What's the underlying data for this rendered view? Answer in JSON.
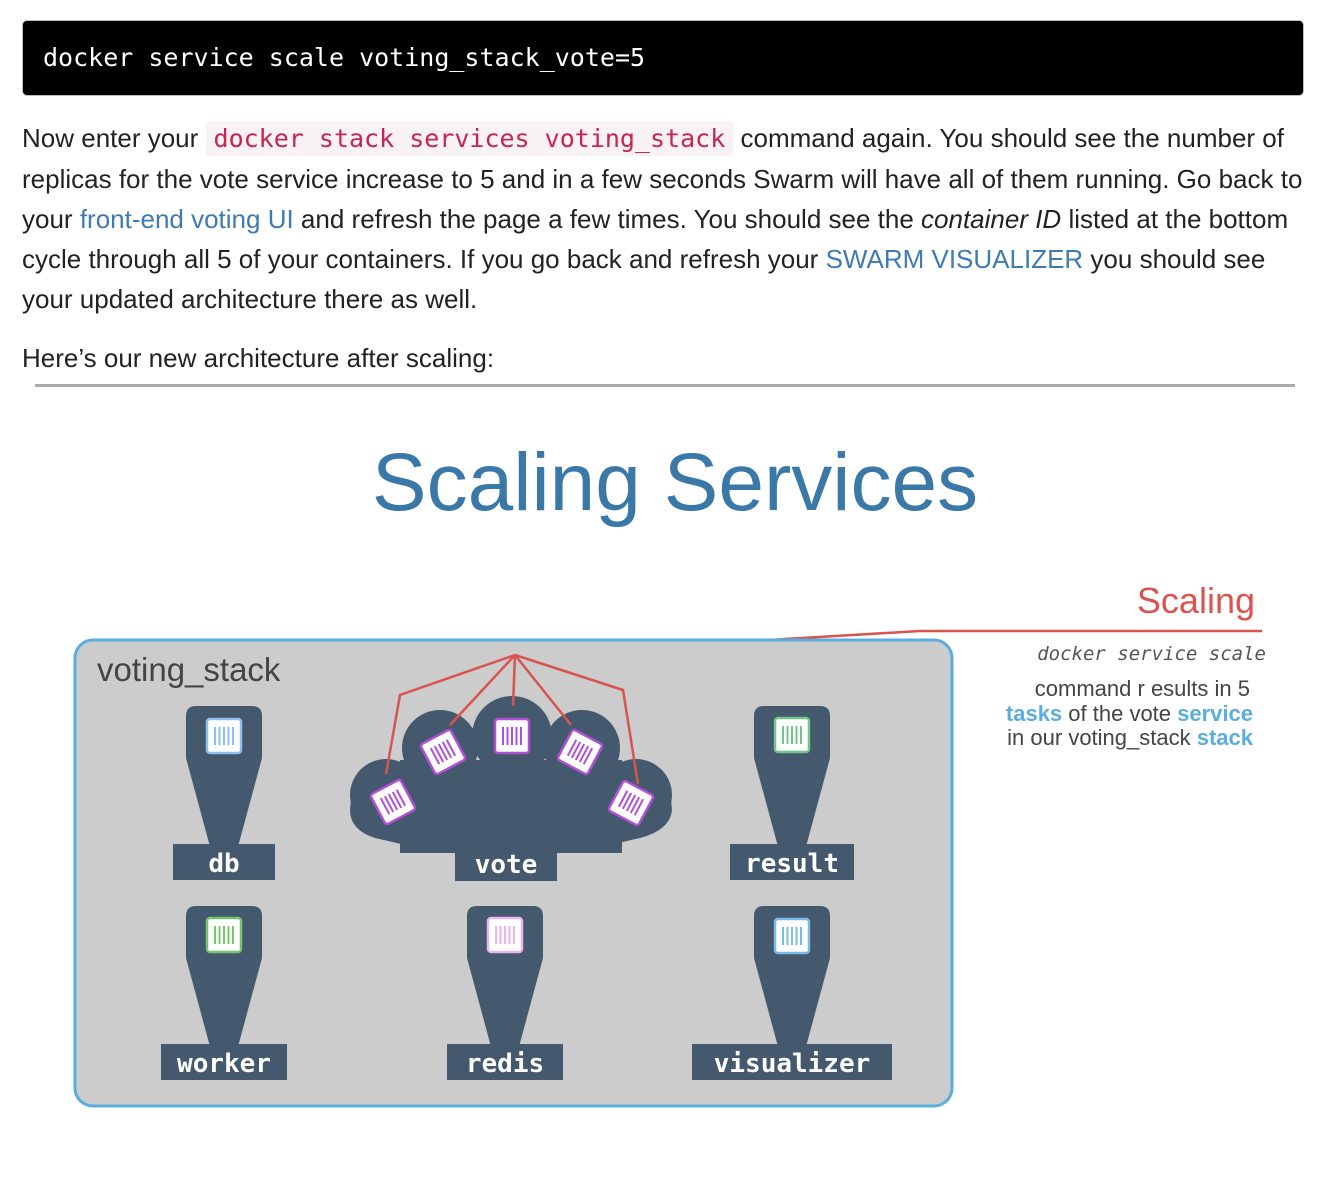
{
  "command": "docker service scale voting_stack_vote=5",
  "paragraph": {
    "t1": "Now enter your ",
    "code": "docker stack services voting_stack",
    "t2": " command again. You should see the number of replicas for the vote service increase to 5 and in a few seconds Swarm will have all of them running. Go back to your ",
    "link1": "front-end voting UI",
    "t3": " and refresh the page a few times. You should see the ",
    "italic": "container ID",
    "t4": " listed at the bottom cycle through all 5 of your containers. If you go back and refresh your ",
    "link2": "SWARM VISUALIZER",
    "t5": " you should see your updated architecture there as well."
  },
  "intro2": "Here’s our new architecture after scaling:",
  "diagram": {
    "title": "Scaling Services",
    "stack_label": "voting_stack",
    "services": {
      "db": "db",
      "vote": "vote",
      "result": "result",
      "worker": "worker",
      "redis": "redis",
      "visualizer": "visualizer"
    },
    "annotation": {
      "heading": "Scaling",
      "command": "docker service scale",
      "line1": "command r esults in 5",
      "line2_bold1": "tasks",
      "line2_text": " of the vote ",
      "line2_bold2": "service",
      "line3_text": "in our voting_stack ",
      "line3_bold": "stack"
    },
    "colors": {
      "title": "#3a78a8",
      "stack_border": "#5aaedd",
      "stack_fill": "#cccccc",
      "pin": "#44596d",
      "scaling_red": "#d9534f",
      "annotation_blue": "#5aaedd",
      "db_container": "#8fc1ee",
      "vote_container": "#b34fd6",
      "result_container": "#6fc88a",
      "worker_container": "#74c66d",
      "redis_container": "#e8b6ea",
      "visualizer_container": "#7bbbe8"
    }
  }
}
